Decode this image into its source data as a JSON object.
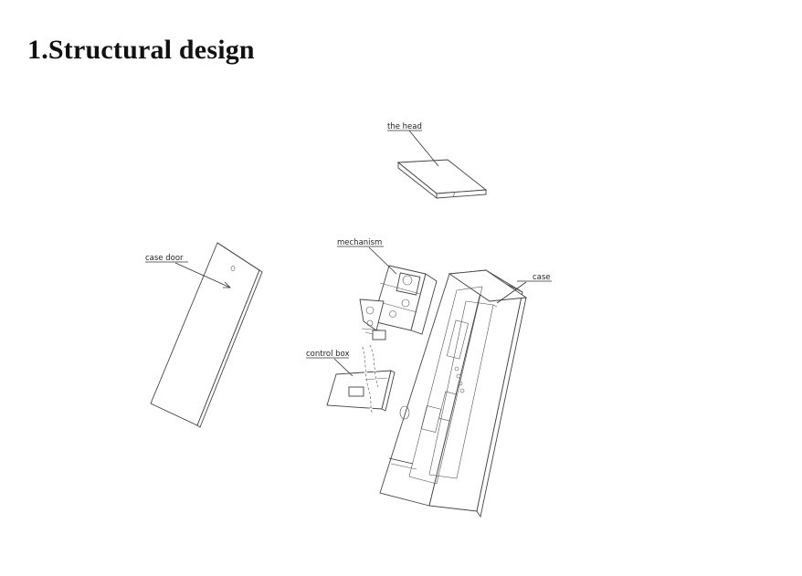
{
  "heading": "1.Structural design",
  "diagram": {
    "labels": {
      "head": "the head",
      "case_door": "case door",
      "mechanism": "mechanism",
      "case": "case",
      "control_box": "control box"
    }
  }
}
